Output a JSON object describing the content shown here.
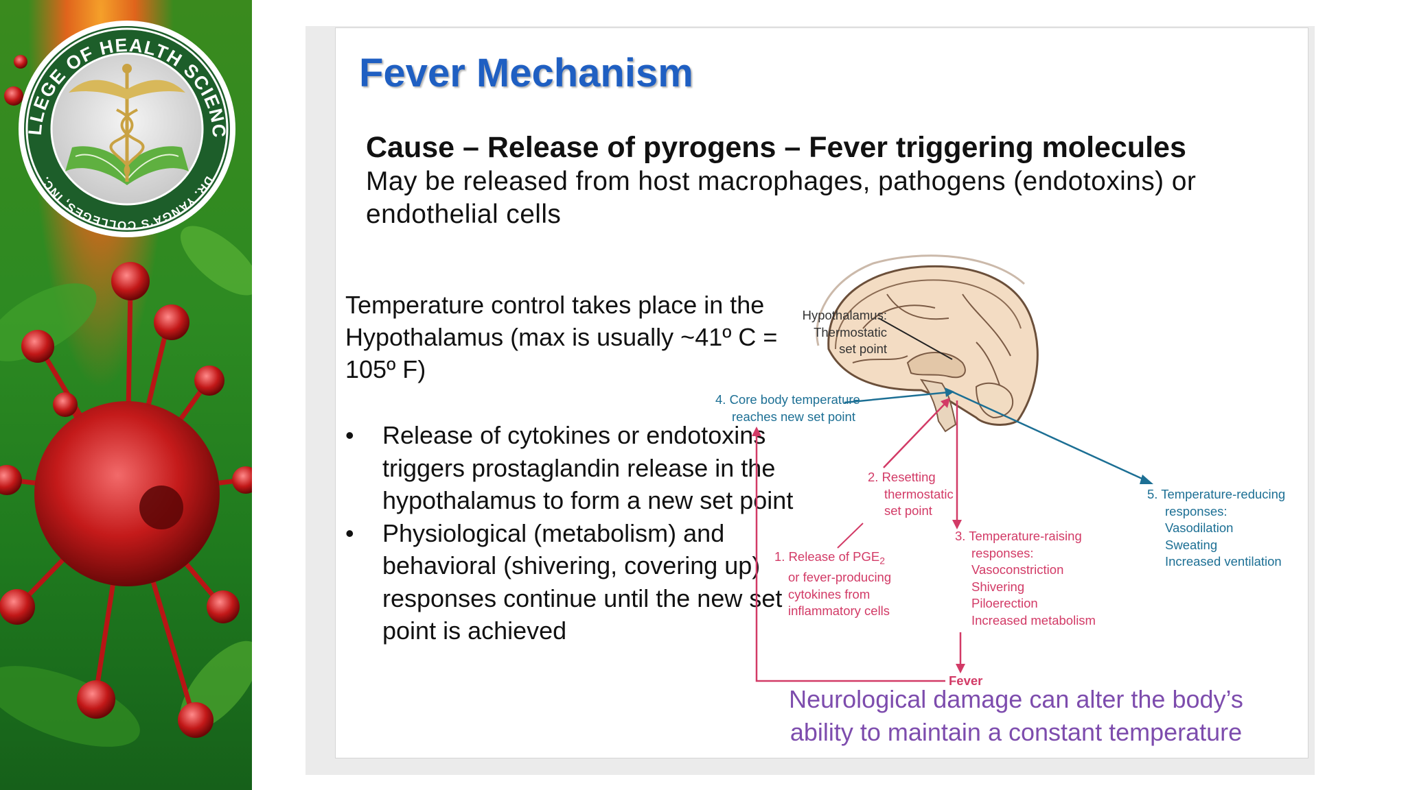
{
  "banner": {
    "logo_top": "COLLEGE OF HEALTH SCIENCES",
    "logo_bottom": "DR. YANGA'S COLLEGES, INC."
  },
  "slide": {
    "title": "Fever Mechanism",
    "cause_heading": "Cause – Release of pyrogens – Fever triggering molecules",
    "cause_text": "May be released from host macrophages, pathogens (endotoxins) or endothelial cells",
    "temperature_text": "Temperature control takes place in the Hypothalamus (max is usually ~41º C = 105º F)",
    "bullets": [
      "Release of cytokines or endotoxins triggers prostaglandin release in the hypothalamus to form a new set point",
      "Physiological (metabolism) and behavioral (shivering, covering up) responses continue until the new set point is achieved"
    ],
    "bullet_symbol": "•",
    "footnote": "Neurological damage can alter the body’s ability to maintain a constant temperature"
  },
  "diagram": {
    "hypothalamus_label": [
      "Hypothalamus:",
      "Thermostatic",
      "set point"
    ],
    "step4": [
      "4. Core body temperature",
      "reaches new set point"
    ],
    "step2": [
      "2. Resetting",
      "thermostatic",
      "set point"
    ],
    "step1": [
      "1. Release of PGE",
      "2",
      "or fever-producing",
      "cytokines from",
      "inflammatory cells"
    ],
    "step3": [
      "3. Temperature-raising",
      "responses:",
      "Vasoconstriction",
      "Shivering",
      "Piloerection",
      "Increased metabolism"
    ],
    "step5": [
      "5. Temperature-reducing",
      "responses:",
      "Vasodilation",
      "Sweating",
      "Increased ventilation"
    ],
    "fever_label": "Fever"
  },
  "colors": {
    "title": "#1f5fc2",
    "blue_pathway": "#1c6f94",
    "red_pathway": "#d23a66",
    "footnote": "#7d4cad"
  }
}
